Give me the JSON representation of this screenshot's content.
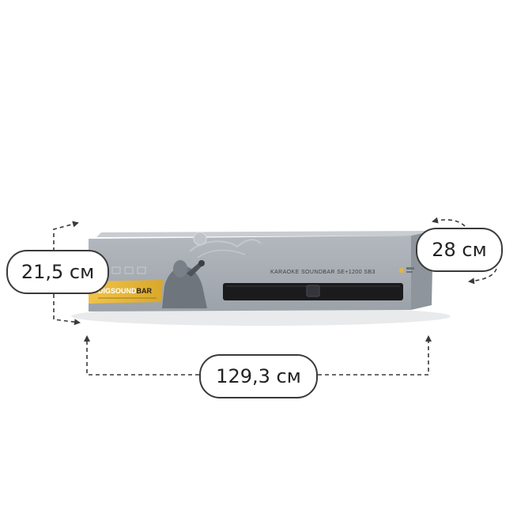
{
  "dimensions": {
    "height_label": "21,5 см",
    "depth_label": "28 см",
    "width_label": "129,3 см"
  },
  "box": {
    "brand_prefix": "DIGSOUND",
    "brand_suffix": "BAR",
    "model_text": "KARAOKE SOUNDBAR SE+1200 SB3",
    "colors": {
      "box_face": "#a6acb3",
      "box_top": "#c5c9ce",
      "brand_band": "#e7b73b",
      "soundbar": "#1b1b1d"
    }
  },
  "icons": [
    "dimension-arrow-icon",
    "microphone-icon",
    "speaker-grille-icon"
  ]
}
